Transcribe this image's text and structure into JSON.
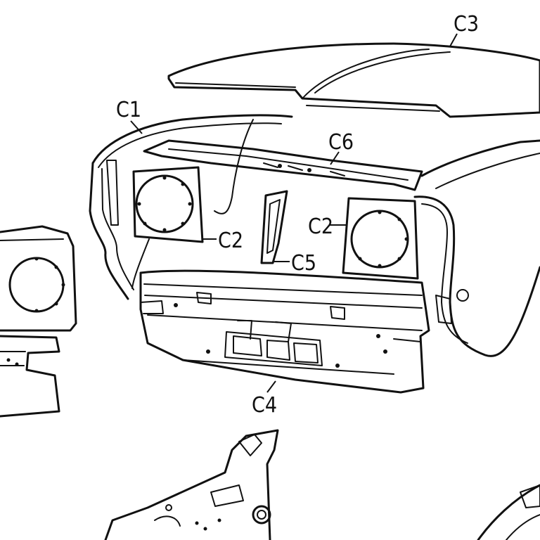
{
  "colors": {
    "ink": "#111111",
    "paper": "#ffffff"
  },
  "callouts": [
    {
      "id": "c3",
      "text": "C3"
    },
    {
      "id": "c1",
      "text": "C1"
    },
    {
      "id": "c6",
      "text": "C6"
    },
    {
      "id": "c2-left",
      "text": "C2"
    },
    {
      "id": "c2-right",
      "text": "C2"
    },
    {
      "id": "c5",
      "text": "C5"
    },
    {
      "id": "c4",
      "text": "C4"
    }
  ]
}
